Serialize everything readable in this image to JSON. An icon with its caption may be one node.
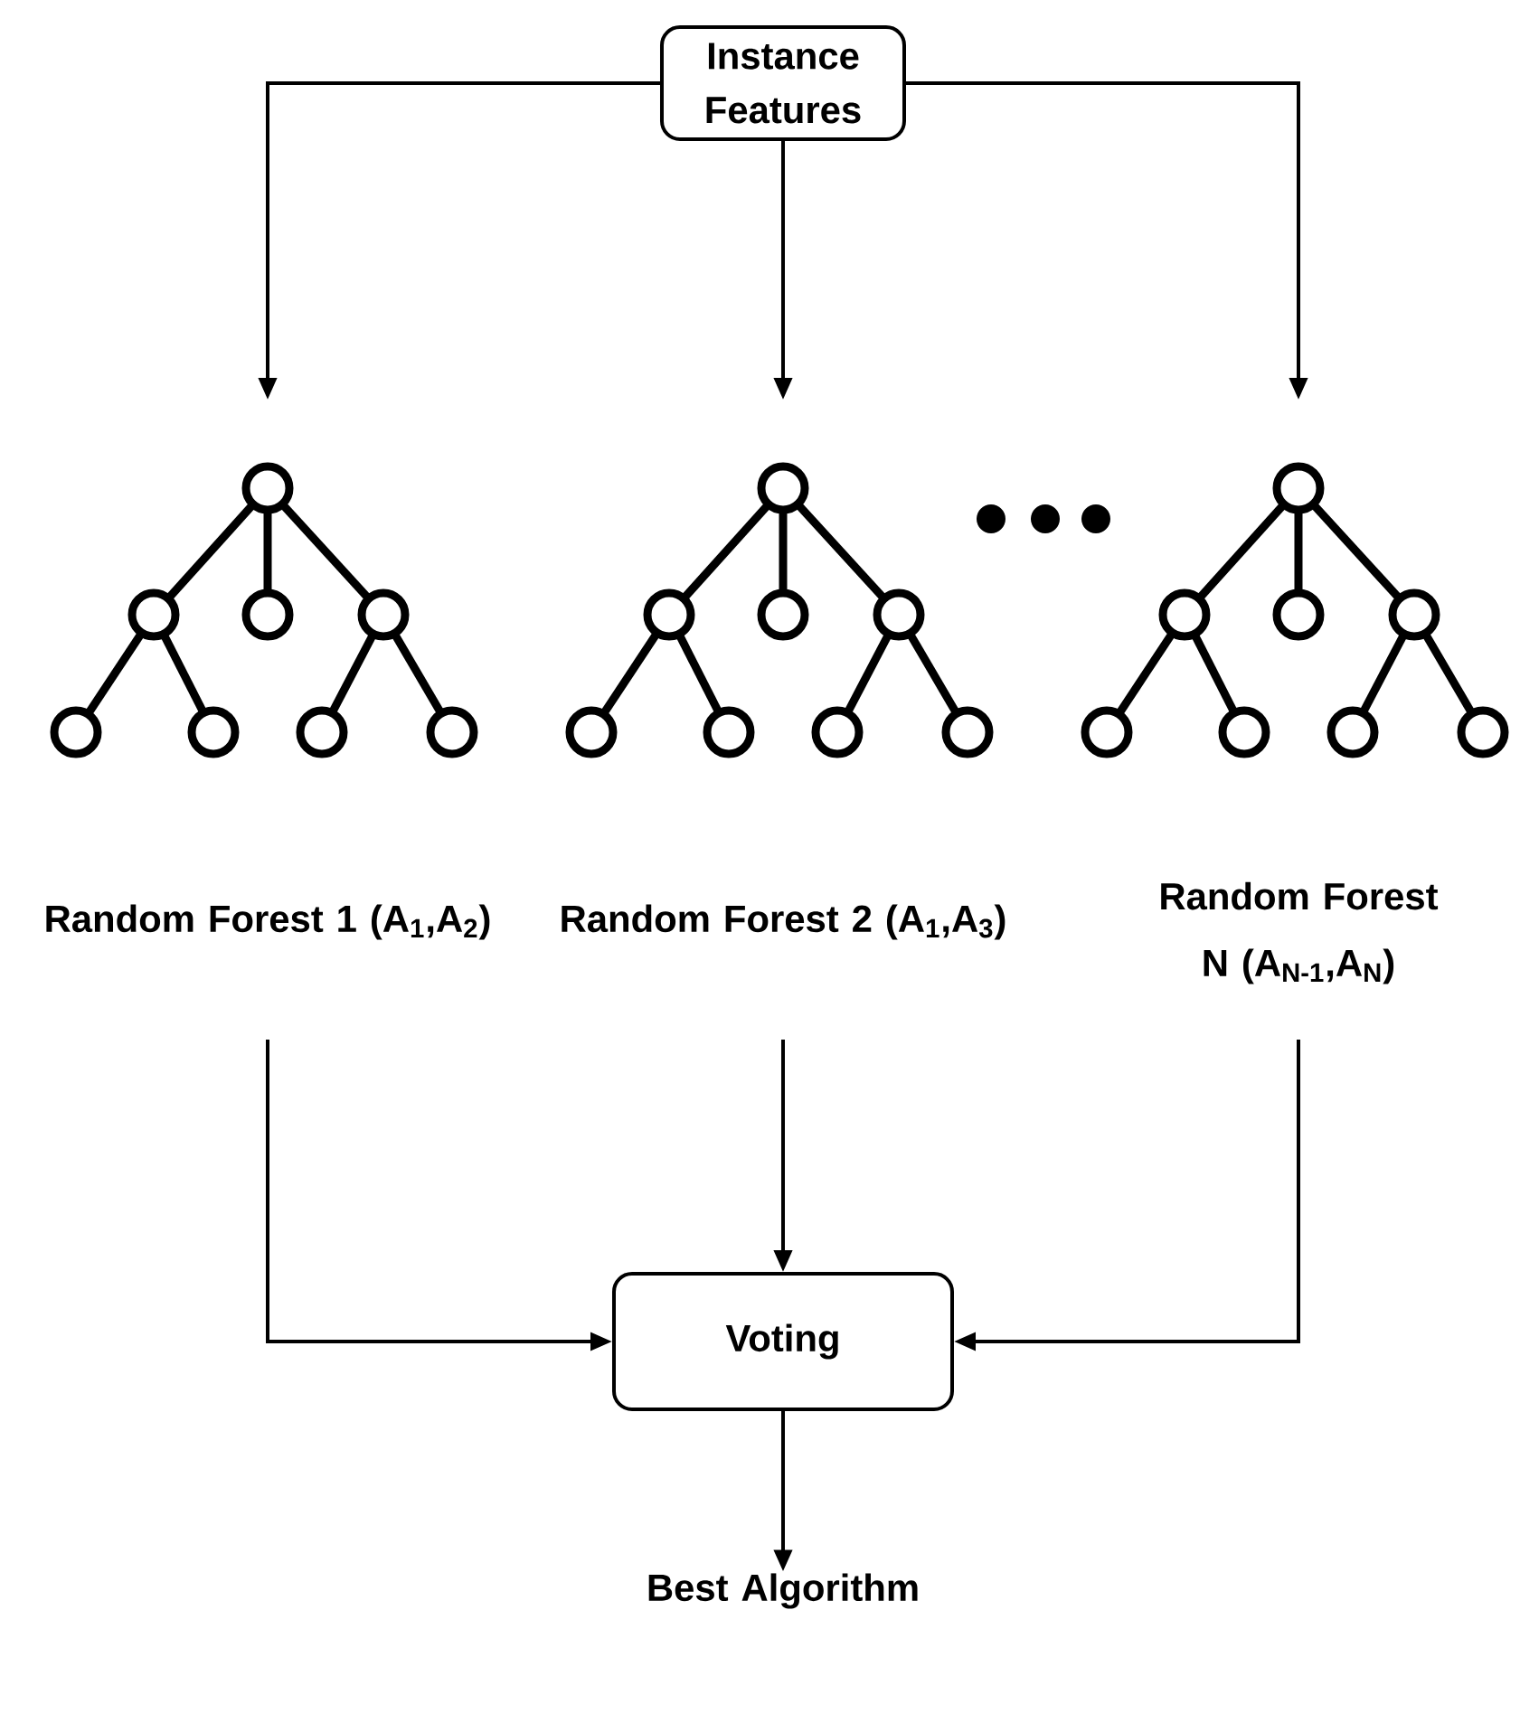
{
  "diagram": {
    "nodes": [
      {
        "text": [
          "Instance Features"
        ]
      },
      {
        "text": [
          "Random Forest 1 (A$_{1}$,A$_{2}$)"
        ]
      },
      {
        "text": [
          "Random Forest 2 (A$_{1}$,A$_{3}$)"
        ]
      },
      {
        "text": [
          "Random Forest N (A$_{N-1}$,A$_{N}$)"
        ]
      },
      {
        "text": [
          "Voting"
        ]
      },
      {
        "text": [
          "Best Algorithm"
        ]
      }
    ],
    "edges": [
      {
        "from": 0,
        "to": 1,
        "arrow": "to"
      },
      {
        "from": 0,
        "to": 2,
        "arrow": "to"
      },
      {
        "from": 0,
        "to": 3,
        "arrow": "to"
      },
      {
        "from": 1,
        "to": 4,
        "arrow": "to"
      },
      {
        "from": 2,
        "to": 4,
        "arrow": "to"
      },
      {
        "from": 3,
        "to": 4,
        "arrow": "to"
      },
      {
        "from": 4,
        "to": 5,
        "arrow": "to"
      }
    ]
  }
}
